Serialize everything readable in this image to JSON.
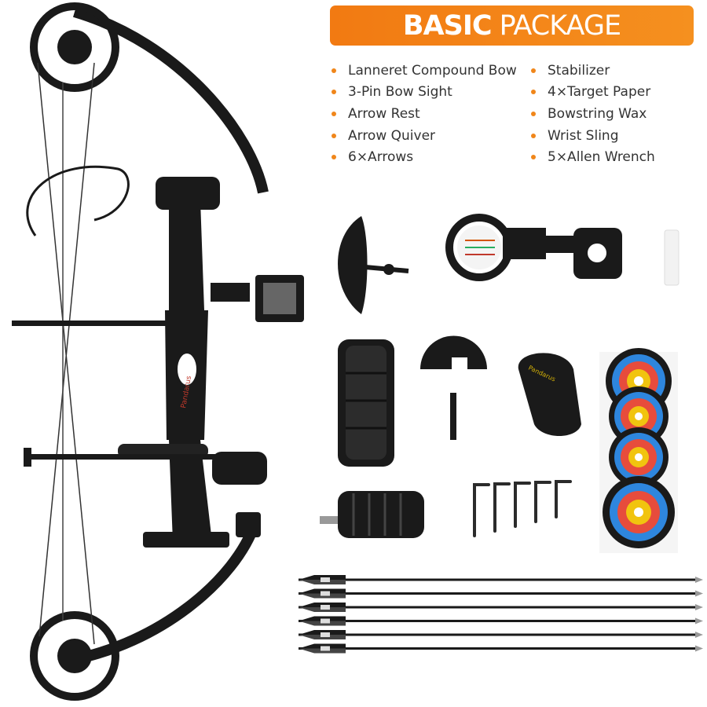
{
  "banner": {
    "bold": "BASIC",
    "regular": "PACKAGE"
  },
  "colors": {
    "accent": "#f27a12",
    "bullet": "#f0861a",
    "product": "#1a1a1a"
  },
  "package_items": {
    "left": [
      "Lanneret Compound Bow",
      "3-Pin Bow Sight",
      "Arrow Rest",
      "Arrow Quiver",
      "6×Arrows"
    ],
    "right": [
      "Stabilizer",
      "4×Target Paper",
      "Bowstring Wax",
      "Wrist Sling",
      "5×Allen Wrench"
    ]
  },
  "quantities": {
    "arrows": 6,
    "target_papers": 4,
    "allen_wrenches": 5
  },
  "images": [
    "compound-bow",
    "bow-sight",
    "arrow-rest",
    "arrow-quiver",
    "arrows",
    "stabilizer",
    "target-paper",
    "bowstring-wax",
    "wrist-sling",
    "allen-wrench"
  ]
}
